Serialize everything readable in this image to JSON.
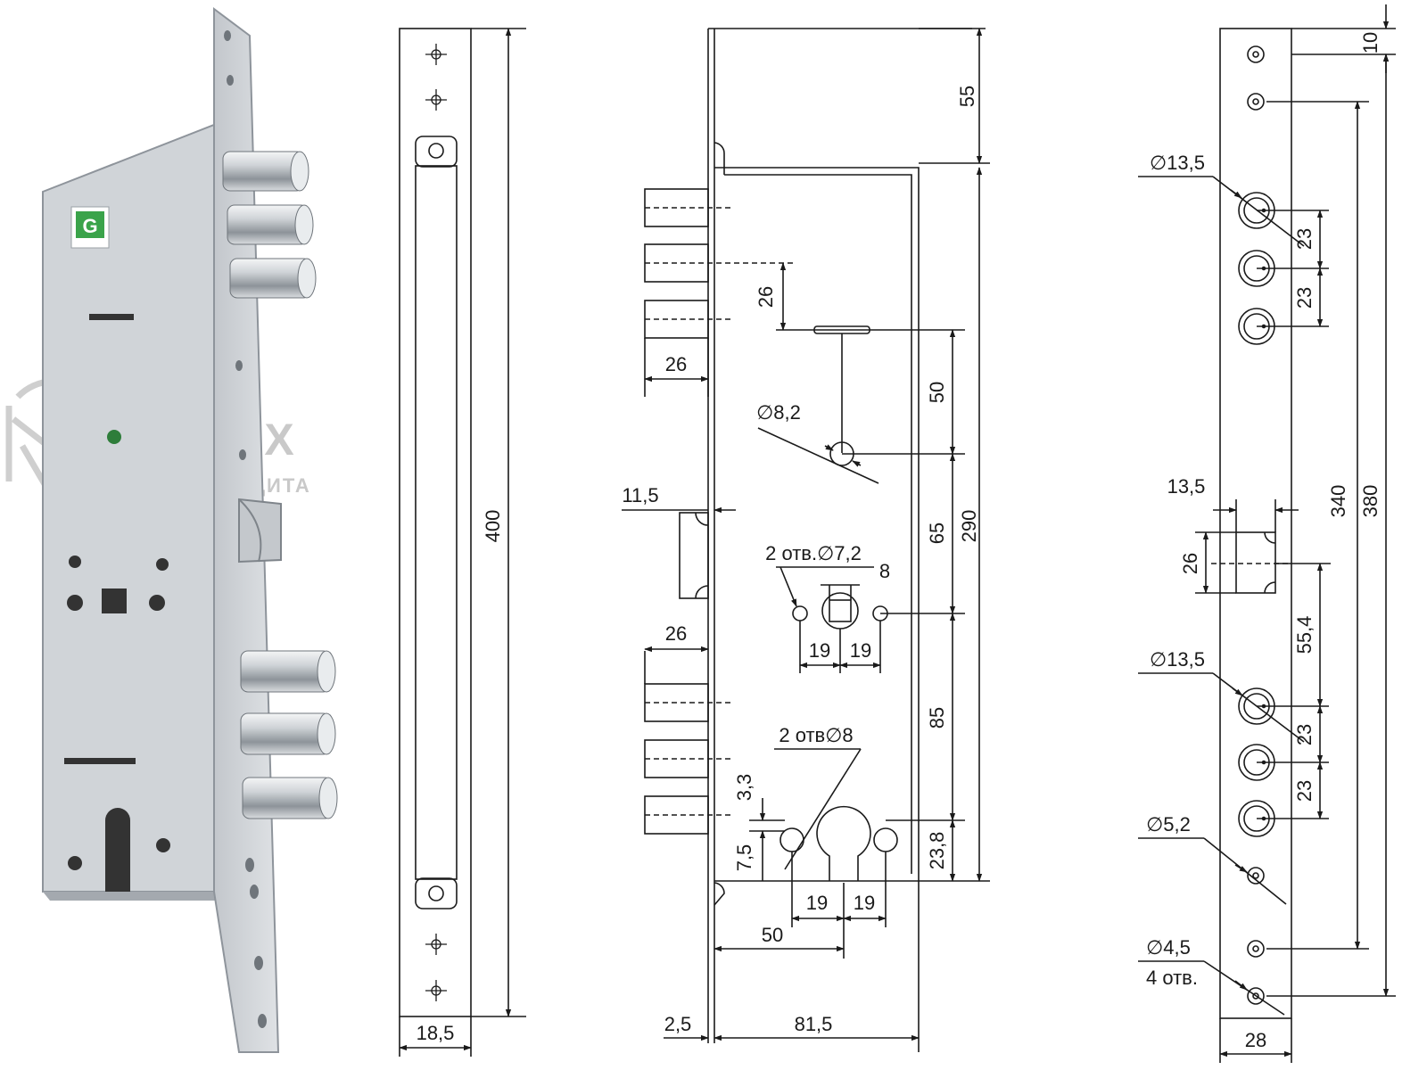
{
  "watermark": {
    "brand": "BARS-X",
    "tagline": "ВЕРНАЯ ЗАЩИТА"
  },
  "product_logo": "G",
  "colors": {
    "line": "#1a1a1a",
    "metal_light": "#dcdfe3",
    "metal_mid": "#b7bcc2",
    "metal_dark": "#8e949b",
    "logo_green": "#3aa34a",
    "watermark": "#c9c9c9"
  },
  "faceplate_view": {
    "height": "400",
    "width": "18,5"
  },
  "side_view": {
    "top_offset": "55",
    "spindle_to_keyhole_top": "26",
    "bolt_length_top": "26",
    "latch_offset": "11,5",
    "bolt_length_bottom": "26",
    "keyway_to_follower": "50",
    "follower_to_spindle": "65",
    "spindle_to_cylinder": "85",
    "cylinder_to_bottom": "23,8",
    "case_height": "290",
    "hole_8_2": "∅8,2",
    "holes_7_2": "2 отв.∅7,2",
    "square": "8",
    "spindle_spacing_left": "19",
    "spindle_spacing_right": "19",
    "holes_8": "2 отв∅8",
    "hole_offset_3_3": "3,3",
    "hole_offset_7_5": "7,5",
    "cyl_spacing_left": "19",
    "cyl_spacing_right": "19",
    "backset": "50",
    "plate_thickness": "2,5",
    "case_depth": "81,5"
  },
  "strike_view": {
    "top_margin": "10",
    "hole_13_5_top": "∅13,5",
    "pitch_top_1": "23",
    "pitch_top_2": "23",
    "latch_width": "13,5",
    "latch_height": "26",
    "gap": "55,4",
    "hole_13_5_bottom": "∅13,5",
    "pitch_bottom_1": "23",
    "pitch_bottom_2": "23",
    "hole_5_2": "∅5,2",
    "hole_4_5": "∅4,5",
    "holes_count": "4 отв.",
    "distance_340": "340",
    "distance_380": "380",
    "width": "28"
  }
}
